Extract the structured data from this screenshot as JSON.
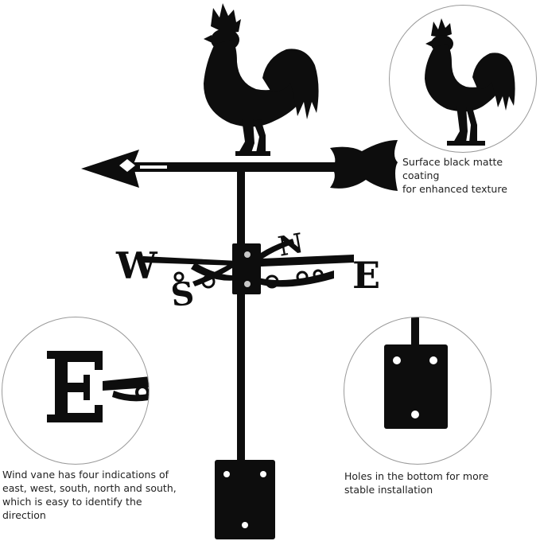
{
  "product": {
    "color": "#0d0d0d",
    "compass": {
      "west": "W",
      "north": "N",
      "east": "E",
      "south": "S"
    }
  },
  "callouts": {
    "coating": {
      "text": "Surface black matte coating\nfor enhanced texture"
    },
    "directions": {
      "text": "Wind vane has four indications of\neast, west, south, north and south,\nwhich is easy to identify the\ndirection"
    },
    "holes": {
      "text": "Holes in the bottom for more\nstable installation"
    }
  },
  "colors": {
    "circle_border": "#9a9a9a",
    "text": "#222222",
    "background": "#ffffff"
  }
}
